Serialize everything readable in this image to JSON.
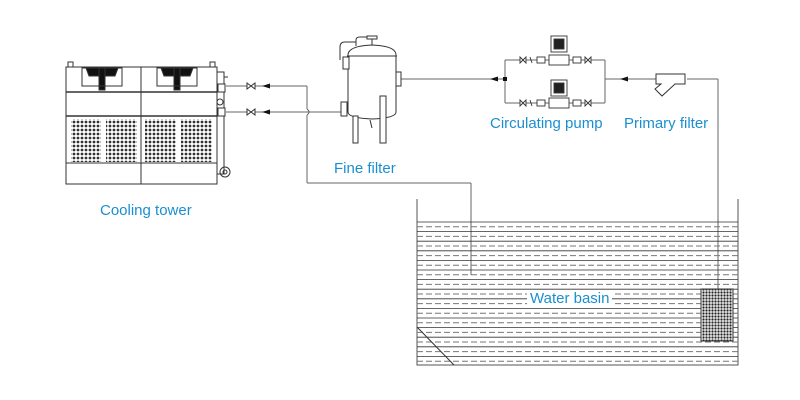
{
  "diagram": {
    "type": "water-circulation-process-flow",
    "label_color": "#1a8fd0",
    "line_color": "#555555",
    "components": [
      {
        "id": "cooling-tower",
        "label": "Cooling tower"
      },
      {
        "id": "fine-filter",
        "label": "Fine filter"
      },
      {
        "id": "circulating-pump",
        "label": "Circulating pump"
      },
      {
        "id": "primary-filter",
        "label": "Primary filter"
      },
      {
        "id": "water-basin",
        "label": "Water basin"
      }
    ],
    "flow": [
      {
        "from": "water-basin",
        "to": "primary-filter"
      },
      {
        "from": "primary-filter",
        "to": "circulating-pump"
      },
      {
        "from": "circulating-pump",
        "to": "fine-filter"
      },
      {
        "from": "fine-filter",
        "to": "cooling-tower"
      },
      {
        "from": "cooling-tower",
        "to": "water-basin"
      }
    ]
  }
}
